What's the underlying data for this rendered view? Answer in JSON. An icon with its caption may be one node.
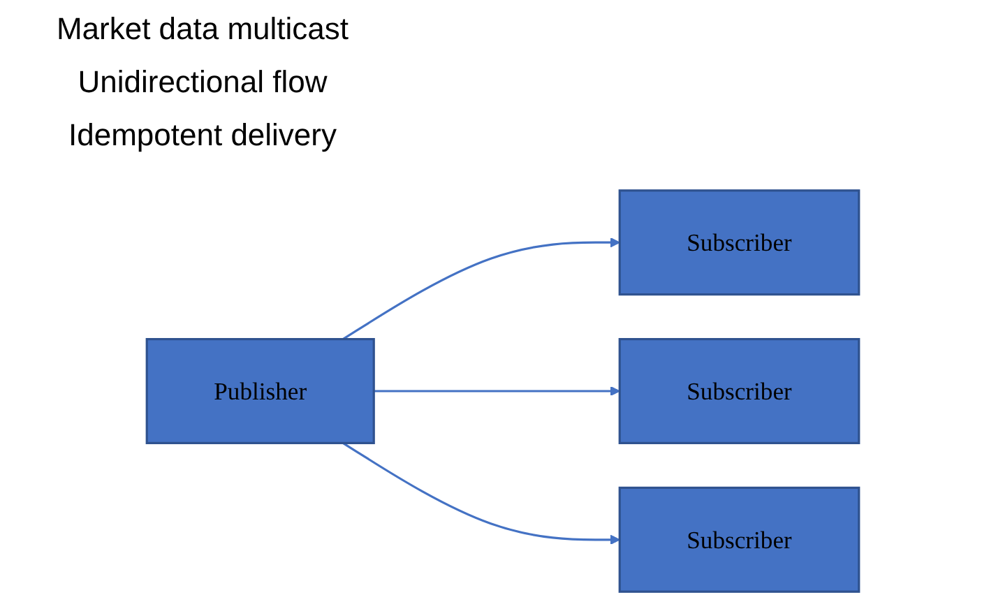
{
  "diagram": {
    "nodes": [
      {
        "text": [
          "Publisher"
        ]
      },
      {
        "text": [
          "Subscriber"
        ]
      },
      {
        "text": [
          "Subscriber"
        ]
      },
      {
        "text": [
          "Subscriber"
        ]
      }
    ],
    "edges": [
      {
        "from": 0,
        "to": 1,
        "arrow": "to"
      },
      {
        "from": 0,
        "to": 2,
        "arrow": "to"
      },
      {
        "from": 0,
        "to": 3,
        "arrow": "to"
      }
    ],
    "labels": [
      "Market data multicast",
      "Unidirectional flow",
      "Idempotent delivery"
    ]
  }
}
